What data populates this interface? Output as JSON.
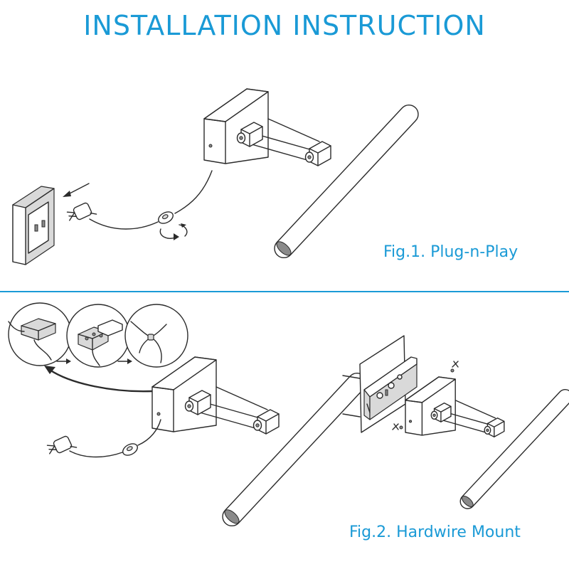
{
  "header": {
    "title": "INSTALLATION INSTRUCTION"
  },
  "figures": [
    {
      "id": "fig1",
      "caption": "Fig.1. Plug-n-Play"
    },
    {
      "id": "fig2",
      "caption": "Fig.2. Hardwire Mount"
    }
  ],
  "colors": {
    "accent": "#1a9ad6",
    "line": "#2b2b2b",
    "panel": "#d9d9d9"
  }
}
